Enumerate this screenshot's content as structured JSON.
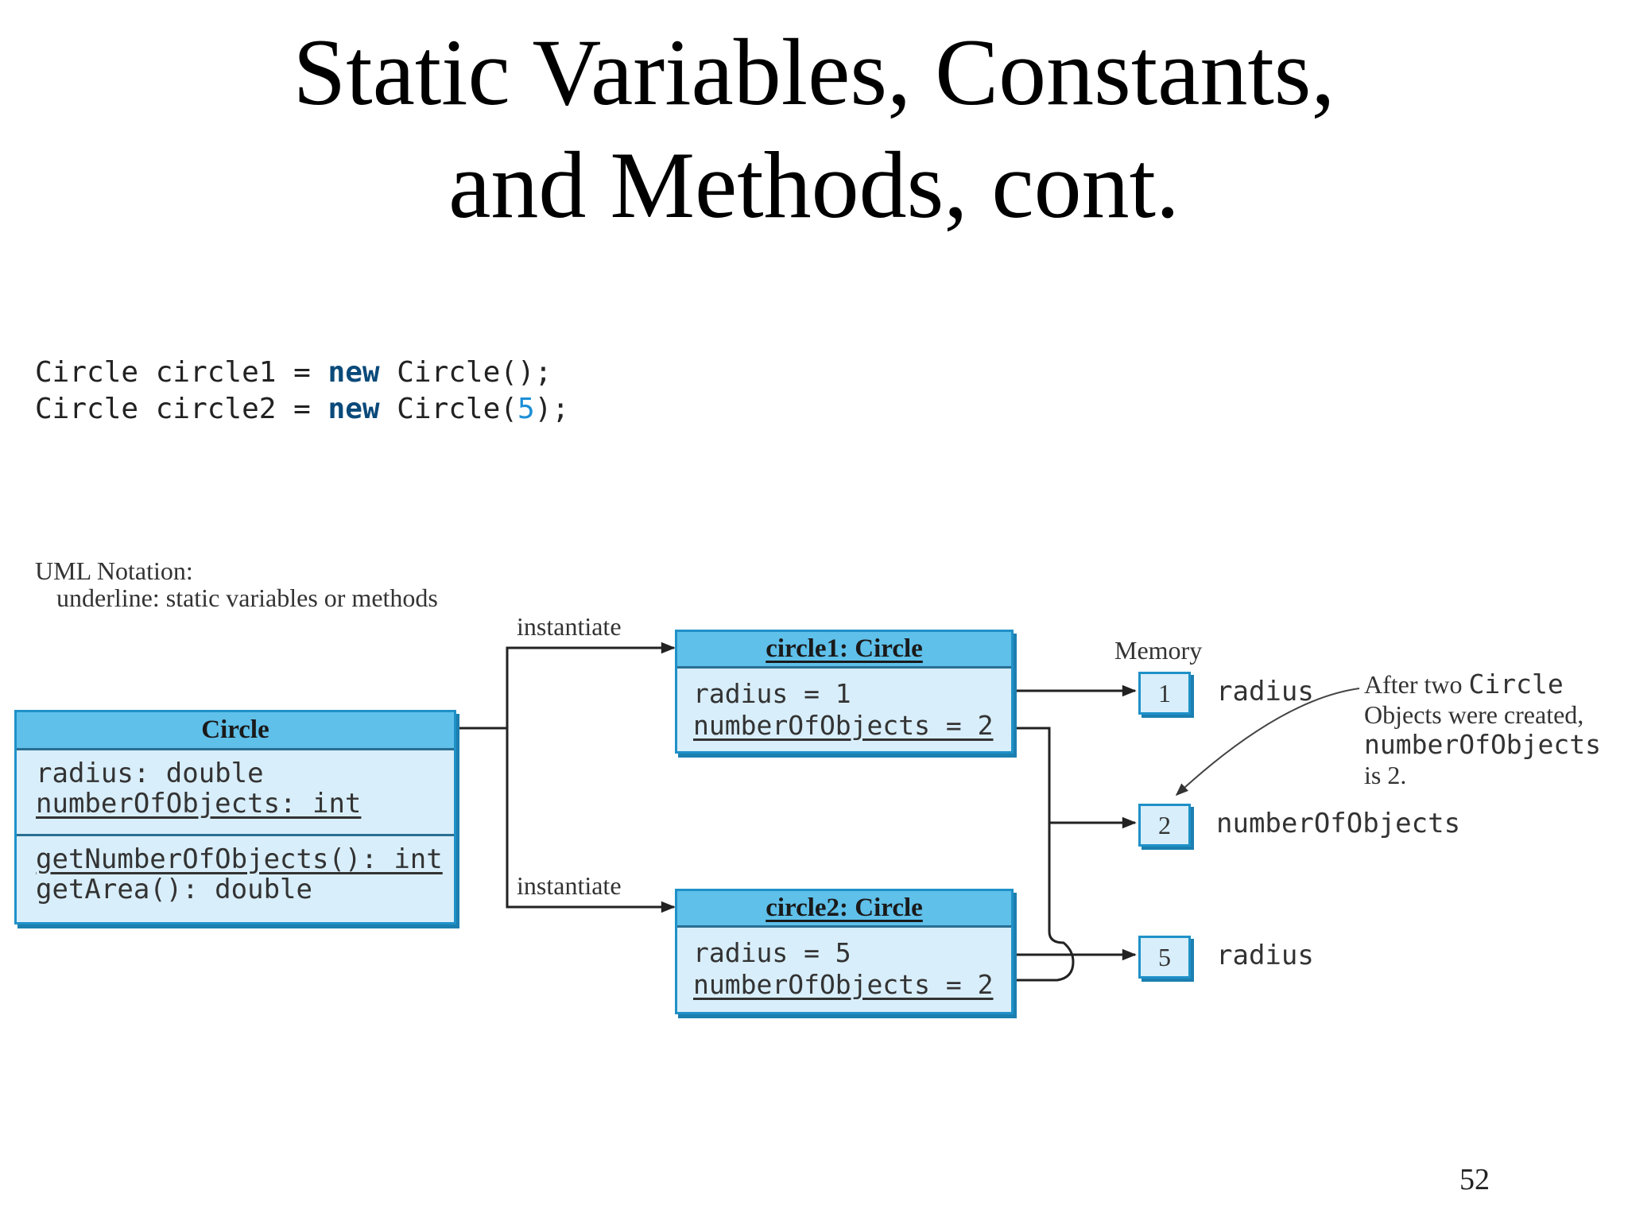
{
  "slide": {
    "title_line1": "Static Variables, Constants,",
    "title_line2": "and Methods, cont.",
    "page_number": "52"
  },
  "code": {
    "line1": {
      "type": "Circle",
      "var": "circle1",
      "eq": "=",
      "kw": "new",
      "ctor": "Circle();"
    },
    "line2": {
      "type": "Circle",
      "var": "circle2",
      "eq": "=",
      "kw": "new",
      "ctor_pre": "Circle(",
      "arg": "5",
      "ctor_post": ");"
    }
  },
  "notation": {
    "heading": "UML Notation:",
    "detail": "underline: static variables or methods"
  },
  "class_box": {
    "name": "Circle",
    "fields": [
      "radius: double",
      "numberOfObjects: int"
    ],
    "methods": [
      "getNumberOfObjects(): int",
      "getArea(): double"
    ]
  },
  "arrows": {
    "instantiate1": "instantiate",
    "instantiate2": "instantiate"
  },
  "objects": [
    {
      "name": "circle1: Circle",
      "radius": "radius = 1",
      "count": "numberOfObjects = 2"
    },
    {
      "name": "circle2: Circle",
      "radius": "radius = 5",
      "count": "numberOfObjects = 2"
    }
  ],
  "memory": {
    "label": "Memory",
    "cells": [
      {
        "value": "1",
        "label": "radius"
      },
      {
        "value": "2",
        "label": "numberOfObjects"
      },
      {
        "value": "5",
        "label": "radius"
      }
    ]
  },
  "annotation": {
    "line1_pre": "After two ",
    "line1_code": "Circle",
    "line2": "Objects were created,",
    "line3": "numberOfObjects",
    "line4": "is 2."
  },
  "colors": {
    "box_fill": "#d8eefa",
    "box_border": "#1f91c8",
    "header_fill": "#5fc0ea",
    "keyword": "#0a4a7a",
    "number_literal": "#1c8fd6"
  }
}
